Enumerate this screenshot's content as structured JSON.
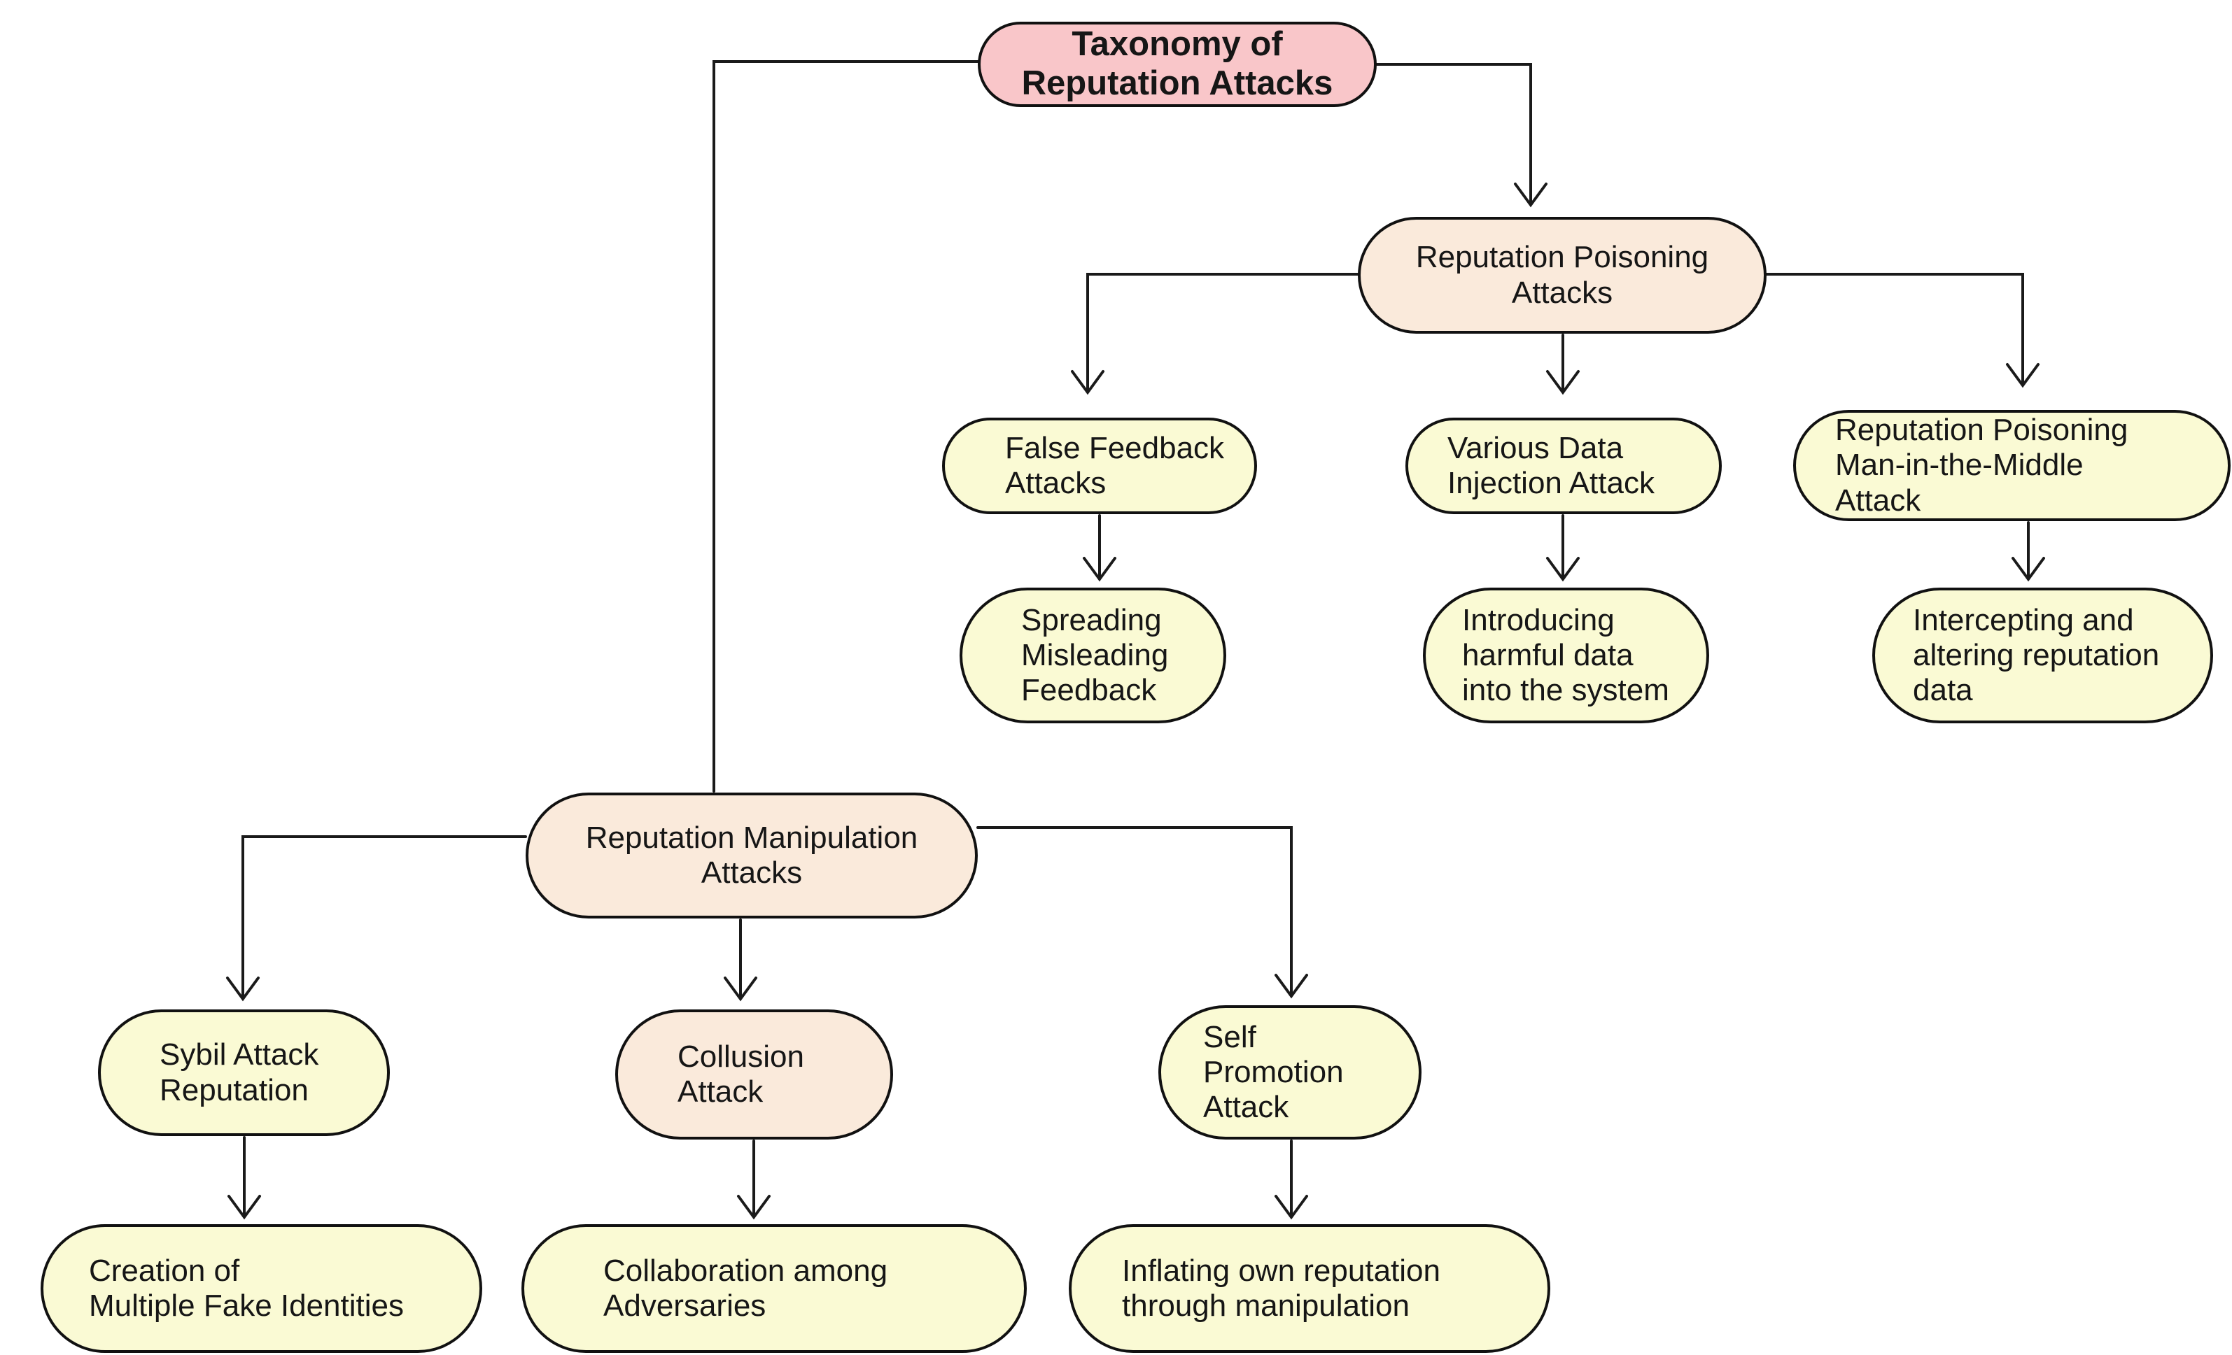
{
  "diagram": {
    "background": "#ffffff",
    "line_color": "#1a1a1a",
    "node_styles": {
      "root_fill": "#f9c6c9",
      "branch_fill": "#faeadb",
      "leaf_fill": "#fafad4",
      "border_color": "#111111"
    },
    "nodes": [
      {
        "id": "taxonomy",
        "type": "root",
        "label": "Taxonomy of\nReputation Attacks"
      },
      {
        "id": "poisoning",
        "type": "branch",
        "label": "Reputation Poisoning\nAttacks"
      },
      {
        "id": "false-feedback",
        "type": "leaf",
        "label": "False Feedback\nAttacks"
      },
      {
        "id": "data-injection",
        "type": "leaf",
        "label": "Various Data\nInjection Attack"
      },
      {
        "id": "mitm",
        "type": "leaf",
        "label": "Reputation Poisoning\nMan-in-the-Middle\nAttack"
      },
      {
        "id": "spreading",
        "type": "leaf",
        "label": "Spreading\nMisleading\nFeedback"
      },
      {
        "id": "harmful-data",
        "type": "leaf",
        "label": "Introducing\nharmful data\ninto the system"
      },
      {
        "id": "intercepting",
        "type": "leaf",
        "label": "Intercepting and\naltering reputation\ndata"
      },
      {
        "id": "manipulation",
        "type": "branch",
        "label": "Reputation Manipulation\nAttacks"
      },
      {
        "id": "sybil",
        "type": "leaf",
        "label": "Sybil Attack\nReputation"
      },
      {
        "id": "collusion",
        "type": "branch",
        "label": "Collusion\nAttack"
      },
      {
        "id": "self-promotion",
        "type": "leaf",
        "label": "Self\nPromotion\nAttack"
      },
      {
        "id": "fake-identities",
        "type": "leaf",
        "label": "Creation of\nMultiple Fake Identities"
      },
      {
        "id": "collaboration",
        "type": "leaf",
        "label": "Collaboration among\nAdversaries"
      },
      {
        "id": "inflating",
        "type": "leaf",
        "label": "Inflating own reputation\nthrough manipulation"
      }
    ],
    "edges": [
      {
        "from": "taxonomy",
        "to": "manipulation"
      },
      {
        "from": "taxonomy",
        "to": "poisoning"
      },
      {
        "from": "poisoning",
        "to": "false-feedback"
      },
      {
        "from": "poisoning",
        "to": "data-injection"
      },
      {
        "from": "poisoning",
        "to": "mitm"
      },
      {
        "from": "false-feedback",
        "to": "spreading"
      },
      {
        "from": "data-injection",
        "to": "harmful-data"
      },
      {
        "from": "mitm",
        "to": "intercepting"
      },
      {
        "from": "manipulation",
        "to": "sybil"
      },
      {
        "from": "manipulation",
        "to": "collusion"
      },
      {
        "from": "manipulation",
        "to": "self-promotion"
      },
      {
        "from": "sybil",
        "to": "fake-identities"
      },
      {
        "from": "collusion",
        "to": "collaboration"
      },
      {
        "from": "self-promotion",
        "to": "inflating"
      }
    ]
  }
}
